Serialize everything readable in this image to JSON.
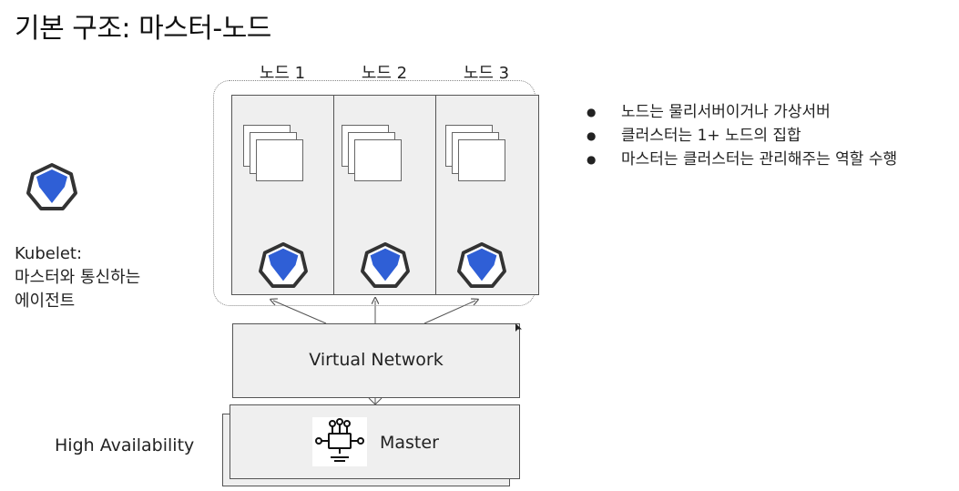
{
  "title": "기본 구조: 마스터-노드",
  "nodes": [
    {
      "label": "노드 1"
    },
    {
      "label": "노드 2"
    },
    {
      "label": "노드 3"
    }
  ],
  "virtual_network": "Virtual Network",
  "master": "Master",
  "high_availability": "High Availability",
  "kubelet": {
    "line1": "Kubelet:",
    "line2": "마스터와 통신하는",
    "line3": "에이전트"
  },
  "bullets": [
    "노드는 물리서버이거나 가상서버",
    "클러스터는 1+ 노드의 집합",
    "마스터는 클러스터는 관리해주는 역할 수행"
  ],
  "colors": {
    "kubelet_blue": "#2f5fd6",
    "kubelet_outline": "#333333",
    "box_fill": "#efefef"
  }
}
